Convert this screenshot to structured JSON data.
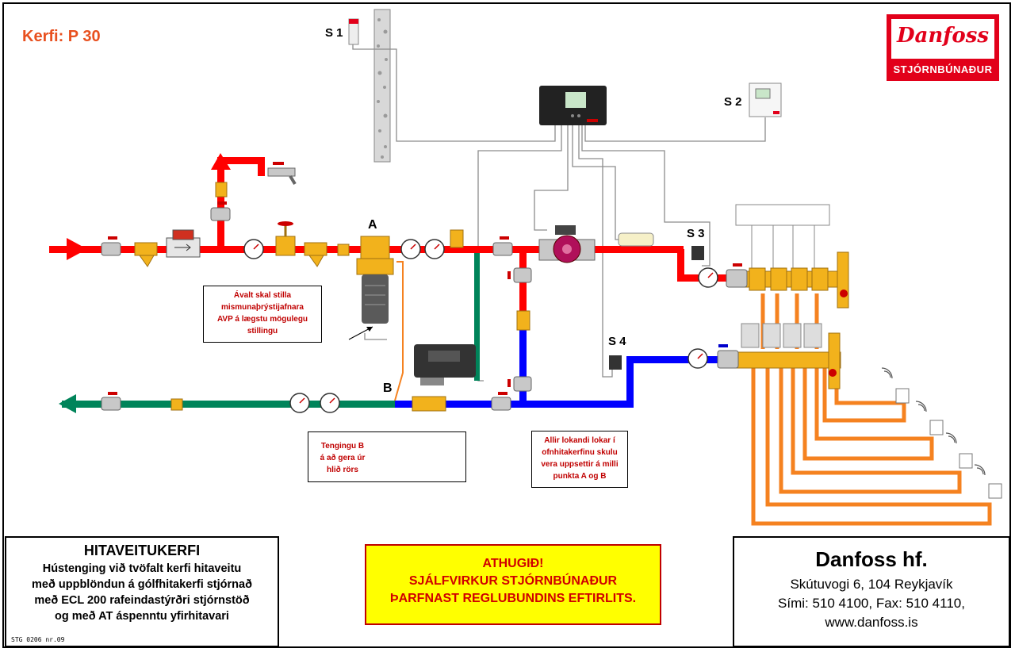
{
  "system_title": "Kerfi: P 30",
  "logo": {
    "brand": "Danfoss",
    "subtitle": "STJÓRNBÚNAÐUR"
  },
  "labels": {
    "s1": "S 1",
    "s2": "S 2",
    "s3": "S 3",
    "s4": "S 4",
    "point_a": "A",
    "point_b": "B"
  },
  "notes": {
    "avp": [
      "Ávalt skal stilla",
      "mismunaþrýstijafnara",
      "AVP á lægstu mögulegu",
      "stillingu"
    ],
    "connection_b": [
      "Tengingu  B",
      "á að gera úr",
      "hlið  rörs"
    ],
    "valves": [
      "Allir lokandi lokar í",
      "ofnhitakerfinu skulu",
      "vera uppsettir á milli",
      "punkta  A og B"
    ]
  },
  "title_box": {
    "heading": "HITAVEITUKERFI",
    "lines": [
      "Hústenging við tvöfalt kerfi hitaveitu",
      "með uppblöndun á gólfhitakerfi stjórnað",
      "með ECL 200 rafeindastýrðri stjórnstöð",
      "og með AT áspenntu yfirhitavari"
    ],
    "doc_code": "STG 0206  nr.09"
  },
  "warning": [
    "ATHUGIÐ!",
    "SJÁLFVIRKUR STJÓRNBÚNAÐUR",
    "ÞARFNAST REGLUBUNDINS EFTIRLITS."
  ],
  "company": {
    "name": "Danfoss hf.",
    "address": "Skútuvogi 6,  104 Reykjavík",
    "phone": "Sími: 510 4100,  Fax: 510 4110,",
    "web": "www.danfoss.is"
  },
  "colors": {
    "supply": "#ff0000",
    "return_blue": "#0000ff",
    "return_green": "#00845a",
    "floor_loop": "#f58220",
    "accent": "#e8501f",
    "warning_bg": "#ffff00",
    "brass": "#f2b21c"
  },
  "icons": [
    "wall-icon",
    "controller-icon",
    "room-sensor-icon",
    "pump-icon",
    "valve-icon",
    "gauge-icon",
    "strainer-icon",
    "meter-icon",
    "manifold-icon",
    "thermostat-icon",
    "tap-icon",
    "actuator-icon"
  ]
}
